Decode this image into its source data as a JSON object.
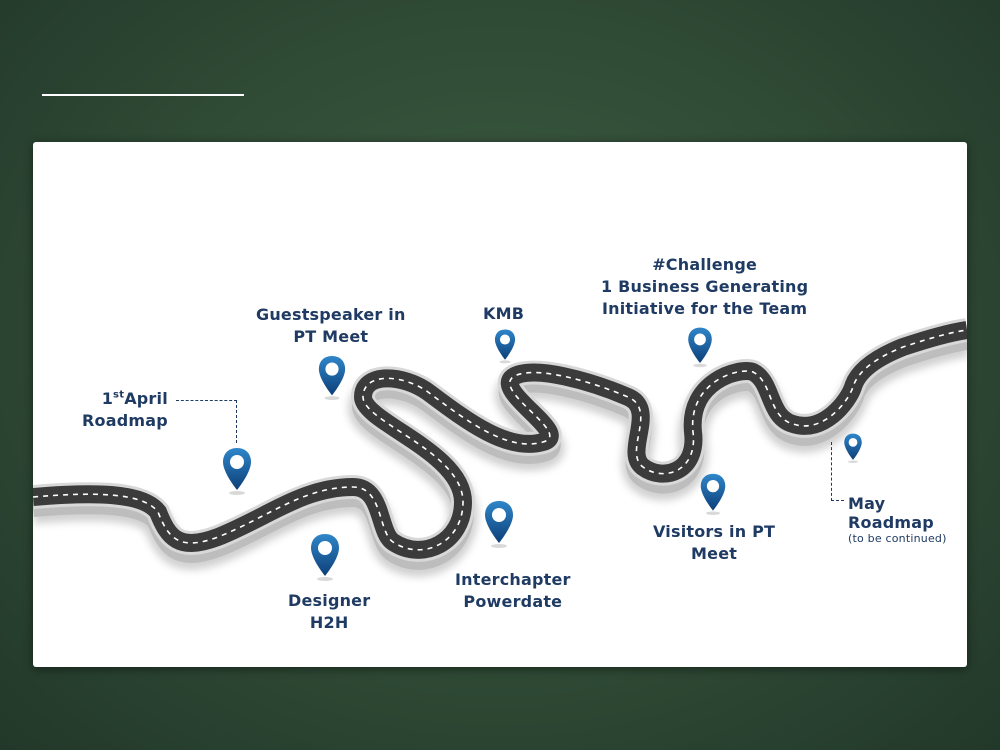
{
  "milestones": {
    "april": {
      "sup": "st",
      "prefix": "1",
      "line1_rest": "April",
      "line2": "Roadmap"
    },
    "guestspeaker": {
      "line1": "Guestspeaker in",
      "line2": "PT Meet"
    },
    "kmb": {
      "line1": "KMB"
    },
    "challenge": {
      "line1": "#Challenge",
      "line2": "1 Business Generating",
      "line3": "Initiative for the Team"
    },
    "designer": {
      "line1": "Designer",
      "line2": "H2H"
    },
    "interchapter": {
      "line1": "Interchapter",
      "line2": "Powerdate"
    },
    "visitors": {
      "line1": "Visitors in PT",
      "line2": "Meet"
    },
    "may": {
      "line1": "May",
      "line2": "Roadmap",
      "note": "(to be continued)"
    }
  },
  "colors": {
    "label_text": "#1f3b63",
    "pin_top": "#2f86c9",
    "pin_bottom": "#0d3f78",
    "road": "#3b3b3b",
    "road_edge": "#cfcfcf",
    "background": "#2f4a35"
  }
}
